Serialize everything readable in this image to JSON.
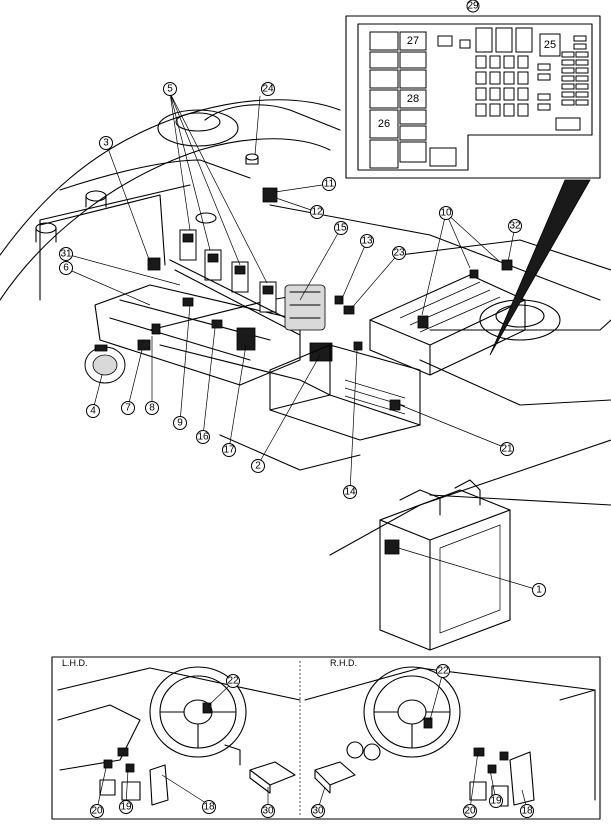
{
  "callouts": {
    "c1": "1",
    "c2": "2",
    "c3": "3",
    "c4": "4",
    "c5": "5",
    "c6": "6",
    "c7": "7",
    "c8": "8",
    "c9": "9",
    "c10": "10",
    "c11": "11",
    "c12": "12",
    "c13": "13",
    "c14": "14",
    "c15": "15",
    "c16": "16",
    "c17": "17",
    "c18": "18",
    "c19": "19",
    "c20": "20",
    "c21": "21",
    "c22": "22",
    "c23": "23",
    "c24": "24",
    "c26": "26",
    "c27": "27",
    "c28": "28",
    "c29": "29",
    "c30": "30",
    "c31": "31",
    "c32": "32"
  },
  "fuse_box": {
    "f25": "25",
    "f26": "26",
    "f27": "27",
    "f28": "28"
  },
  "inset": {
    "left_label": "L.H.D.",
    "right_label": "R.H.D."
  }
}
